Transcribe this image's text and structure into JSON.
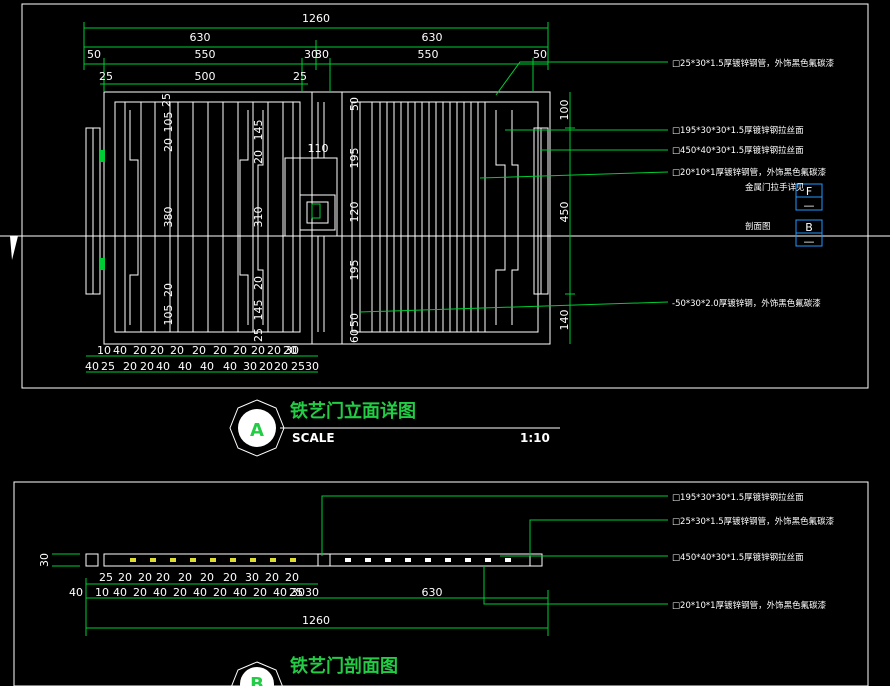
{
  "colors": {
    "background": "#000000",
    "frame": "#ffffff",
    "dimension": "#00cc33",
    "title": "#22cc44",
    "leader": "#00cc33",
    "bubble_outline": "#2299ff"
  },
  "elevation": {
    "top_dims": {
      "overall": "1260",
      "halves": [
        "630",
        "630"
      ],
      "row3_left": [
        "50",
        "550",
        "30"
      ],
      "row3_right": [
        "30",
        "550",
        "50"
      ],
      "row4": [
        "25",
        "500",
        "25"
      ]
    },
    "left_vertical_dims": [
      "105",
      "20",
      "380",
      "20",
      "105",
      "25"
    ],
    "center_vertical_dims": [
      "145",
      "20",
      "310",
      "20",
      "145",
      "25"
    ],
    "mid_vertical_dims": [
      "50",
      "110",
      "195",
      "120",
      "195",
      "50",
      "60"
    ],
    "right_vertical_dims": [
      "100",
      "450",
      "140"
    ],
    "bottom_row1": [
      "10",
      "40",
      "20",
      "20",
      "20",
      "20",
      "20",
      "20",
      "20",
      "20",
      "20",
      "30"
    ],
    "bottom_row2": [
      "40",
      "25",
      "20",
      "20",
      "40",
      "40",
      "40",
      "40",
      "30",
      "20",
      "20",
      "25",
      "30"
    ],
    "notes": [
      "□25*30*1.5厚镀锌钢管，外饰黑色氟碳漆",
      "□195*30*30*1.5厚镀锌钢拉丝面",
      "□450*40*30*1.5厚镀锌钢拉丝面",
      "□20*10*1厚镀锌钢管，外饰黑色氟碳漆",
      "金属门拉手详见",
      "剖面图",
      "-50*30*2.0厚镀锌钢，外饰黑色氟碳漆"
    ],
    "ref_f": "F",
    "ref_b": "B",
    "ref_dash": "—"
  },
  "title_a": {
    "bubble": "A",
    "title": "铁艺门立面详图",
    "scale_label": "SCALE",
    "scale_value": "1:10"
  },
  "section": {
    "left_dim": "30",
    "bottom_row1": [
      "25",
      "20",
      "20",
      "20",
      "20",
      "20",
      "20",
      "30",
      "20",
      "20"
    ],
    "bottom_row2": [
      "40",
      "10",
      "40",
      "20",
      "40",
      "20",
      "40",
      "20",
      "40",
      "20",
      "40",
      "30",
      "25",
      "30",
      "630"
    ],
    "overall": "1260",
    "notes": [
      "□195*30*30*1.5厚镀锌钢拉丝面",
      "□25*30*1.5厚镀锌钢管，外饰黑色氟碳漆",
      "□450*40*30*1.5厚镀锌钢拉丝面",
      "□20*10*1厚镀锌钢管，外饰黑色氟碳漆"
    ]
  },
  "title_b": {
    "bubble": "B",
    "title": "铁艺门剖面图"
  }
}
